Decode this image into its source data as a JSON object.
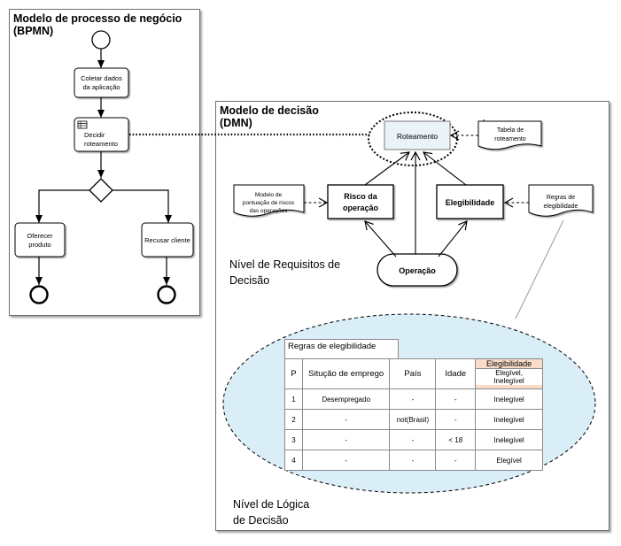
{
  "bpmn": {
    "title_line1": "Modelo de processo de negócio",
    "title_line2": "(BPMN)",
    "task_collect_line1": "Coletar dados",
    "task_collect_line2": "da aplicação",
    "task_decide_line1": "Decidir",
    "task_decide_line2": "roteamento",
    "task_offer_line1": "Oferecer",
    "task_offer_line2": "produto",
    "task_refuse": "Recusar cliente"
  },
  "dmn": {
    "title_line1": "Modelo de decisão",
    "title_line2": "(DMN)",
    "decision_routing": "Roteamento",
    "decision_risk_line1": "Risco da",
    "decision_risk_line2": "operação",
    "decision_eligibility": "Elegibilidade",
    "input_operation": "Operação",
    "knowledge_routing_line1": "Tabela de",
    "knowledge_routing_line2": "roteamento",
    "knowledge_risk_line1": "Modelo de",
    "knowledge_risk_line2": "pontuação de riscos",
    "knowledge_risk_line3": "das operações",
    "knowledge_rules_line1": "Regras de",
    "knowledge_rules_line2": "elegibilidade",
    "level_requirements_line1": "Nível de Requisitos de",
    "level_requirements_line2": "Decisão",
    "level_logic_line1": "Nível de Lógica",
    "level_logic_line2": "de Decisão"
  },
  "rules_table": {
    "title": "Regras de elegibilidade",
    "headers": {
      "p": "P",
      "employment": "Situção de emprego",
      "country": "País",
      "age": "Idade",
      "output_name": "Elegibilidade",
      "output_values_line1": "Elegível,",
      "output_values_line2": "Inelegível"
    },
    "rows": [
      {
        "p": "1",
        "employment": "Desempregado",
        "country": "-",
        "age": "-",
        "output": "Inelegível"
      },
      {
        "p": "2",
        "employment": "-",
        "country": "not(Brasil)",
        "age": "-",
        "output": "Inelegível"
      },
      {
        "p": "3",
        "employment": "-",
        "country": "-",
        "age": "< 18",
        "output": "Inelegível"
      },
      {
        "p": "4",
        "employment": "-",
        "country": "-",
        "age": "-",
        "output": "Elegível"
      }
    ]
  },
  "colors": {
    "ellipse_fill": "#daeef8",
    "routing_box_fill": "#e9f3f8",
    "output_header_fill": "#f8dcc8"
  }
}
